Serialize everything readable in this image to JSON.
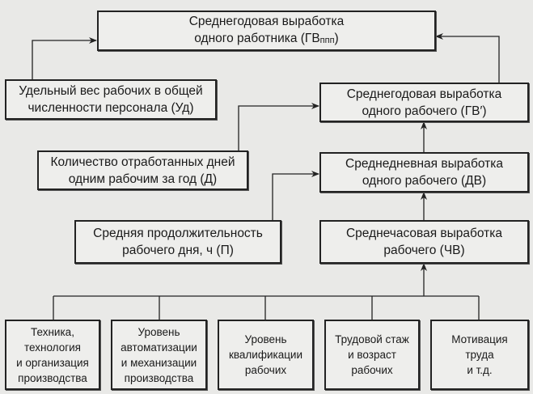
{
  "boxes": {
    "gv_ppp": {
      "line1": "Среднегодовая выработка",
      "line2": "одного работника (ГВ",
      "sub": "ппп",
      "close": ")"
    },
    "ud": "Удельный вес рабочих в общей\nчисленности персонала (Уд)",
    "gv_prime": "Среднегодовая выработка\nодного рабочего (ГВ′)",
    "d": "Количество отработанных дней\nодним рабочим за год (Д)",
    "dv": "Среднедневная выработка\nодного рабочего (ДВ)",
    "p": "Средняя продолжительность\nрабочего дня, ч (П)",
    "chv": "Среднечасовая выработка\nрабочего (ЧВ)"
  },
  "factors": [
    "Техника,\nтехнология\nи организация\nпроизводства",
    "Уровень\nавтоматизации\nи механизации\nпроизводства",
    "Уровень\nквалификации\nрабочих",
    "Трудовой стаж\nи возраст\nрабочих",
    "Мотивация\nтруда\nи т.д."
  ]
}
